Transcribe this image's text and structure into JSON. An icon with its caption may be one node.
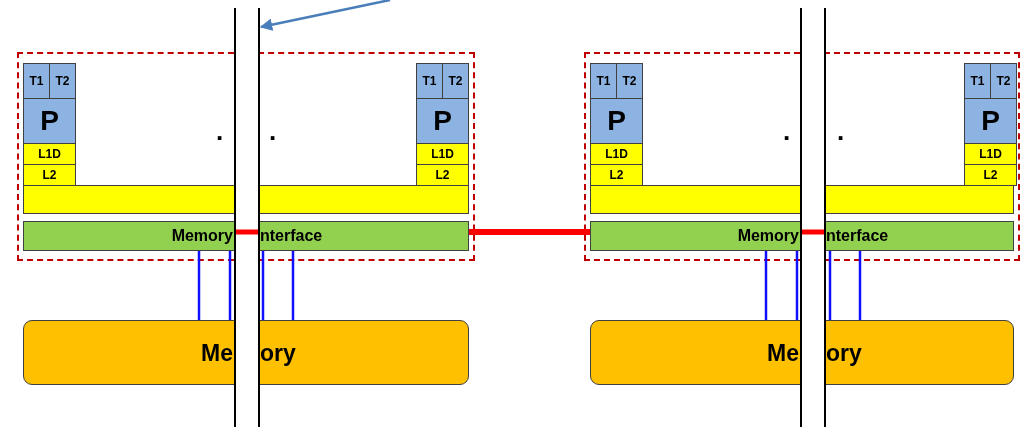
{
  "diagram": {
    "nodes": [
      {
        "text": [],
        "shape": "box"
      },
      {
        "text": [
          "T1"
        ],
        "in": 0
      },
      {
        "text": [
          "T2"
        ],
        "in": 0
      },
      {
        "text": [
          "P"
        ],
        "in": 0
      },
      {
        "text": [
          "L1D"
        ],
        "in": 0
      },
      {
        "text": [
          "L2"
        ],
        "in": 0
      },
      {
        "text": [
          "T1"
        ],
        "in": 0
      },
      {
        "text": [
          "T2"
        ],
        "in": 0
      },
      {
        "text": [
          "P"
        ],
        "in": 0
      },
      {
        "text": [
          "L1D"
        ],
        "in": 0
      },
      {
        "text": [
          "L2"
        ],
        "in": 0
      },
      {
        "text": [],
        "shape": "bar",
        "in": 0
      },
      {
        "text": [
          "Memory",
          "nterface"
        ],
        "in": 0
      },
      {
        "text": [
          "Me",
          "ory"
        ]
      },
      {
        "text": [],
        "shape": "box"
      },
      {
        "text": [
          "T1"
        ],
        "in": 14
      },
      {
        "text": [
          "T2"
        ],
        "in": 14
      },
      {
        "text": [
          "P"
        ],
        "in": 14
      },
      {
        "text": [
          "L1D"
        ],
        "in": 14
      },
      {
        "text": [
          "L2"
        ],
        "in": 14
      },
      {
        "text": [
          "T1"
        ],
        "in": 14
      },
      {
        "text": [
          "T2"
        ],
        "in": 14
      },
      {
        "text": [
          "P"
        ],
        "in": 14
      },
      {
        "text": [
          "L1D"
        ],
        "in": 14
      },
      {
        "text": [
          "L2"
        ],
        "in": 14
      },
      {
        "text": [],
        "shape": "bar",
        "in": 14
      },
      {
        "text": [
          "Memory",
          "nterface"
        ],
        "in": 14
      },
      {
        "text": [
          "Me",
          "ory"
        ]
      },
      {
        "text": [],
        "shape": "bar"
      },
      {
        "text": [],
        "shape": "bar"
      }
    ],
    "edges": [
      {
        "from": 12,
        "to": 13,
        "arrow": "none"
      },
      {
        "from": 12,
        "to": 13,
        "arrow": "none"
      },
      {
        "from": 12,
        "to": 13,
        "arrow": "none"
      },
      {
        "from": 12,
        "to": 13,
        "arrow": "none"
      },
      {
        "from": 26,
        "to": 27,
        "arrow": "none"
      },
      {
        "from": 26,
        "to": 27,
        "arrow": "none"
      },
      {
        "from": 26,
        "to": 27,
        "arrow": "none"
      },
      {
        "from": 26,
        "to": 27,
        "arrow": "none"
      },
      {
        "from": 12,
        "to": 26,
        "arrow": "none",
        "style": "thick",
        "color": "#ff0000"
      },
      {
        "from": null,
        "to": 28,
        "arrow": "to",
        "color": "#4a7ebb"
      }
    ],
    "labels": [
      ".",
      ".",
      ".",
      "."
    ]
  }
}
